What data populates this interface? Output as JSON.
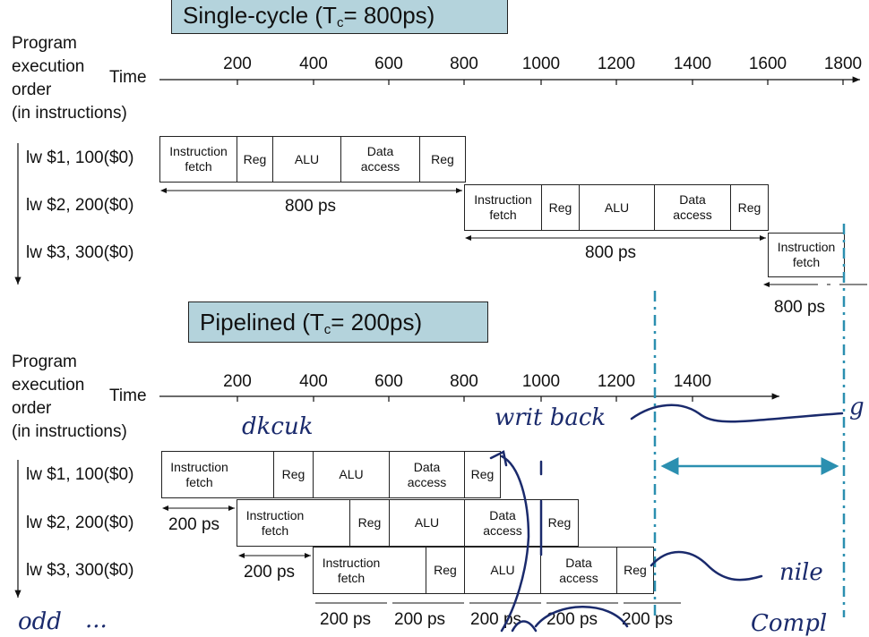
{
  "single": {
    "title_main": "Single-cycle (T",
    "title_sub": "c",
    "title_end": "= 800ps)",
    "row_label": [
      "Program",
      "execution",
      "order",
      "(in instructions)"
    ],
    "time_label": "Time",
    "ticks": [
      "200",
      "400",
      "600",
      "800",
      "1000",
      "1200",
      "1400",
      "1600",
      "1800"
    ],
    "instructions": [
      "lw  $1, 100($0)",
      "lw  $2, 200($0)",
      "lw  $3, 300($0)"
    ],
    "duration": "800 ps"
  },
  "pipelined": {
    "title_main": "Pipelined (T",
    "title_sub": "c",
    "title_end": "= 200ps)",
    "row_label": [
      "Program",
      "execution",
      "order",
      "(in instructions)"
    ],
    "time_label": "Time",
    "ticks": [
      "200",
      "400",
      "600",
      "800",
      "1000",
      "1200",
      "1400"
    ],
    "instructions": [
      "lw  $1, 100($0)",
      "lw  $2, 200($0)",
      "lw  $3, 300($0)"
    ],
    "duration": "200 ps"
  },
  "stages": {
    "ifetch": "Instruction\nfetch",
    "reg": "Reg",
    "alu": "ALU",
    "dmem": "Data\naccess"
  },
  "handwriting": {
    "clock": "dkcuk",
    "writeback": "writ back",
    "nice": "nile",
    "compl": "Compl",
    "odd": "odd",
    "dots": "...",
    "gap": "g"
  },
  "colors": {
    "box_fill": "#b4d3dc",
    "annotation_teal": "#2b8fb0",
    "ink": "#1a2a6c"
  }
}
